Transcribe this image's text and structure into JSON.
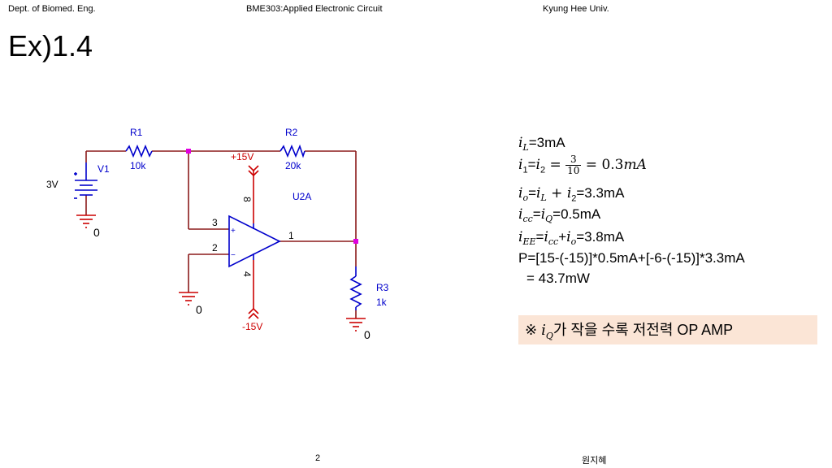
{
  "header": {
    "left": "Dept. of Biomed. Eng.",
    "center": "BME303:Applied Electronic Circuit",
    "right": "Kyung Hee Univ."
  },
  "title": "Ex)1.4",
  "circuit": {
    "r1_name": "R1",
    "r1_value": "10k",
    "r2_name": "R2",
    "r2_value": "20k",
    "r3_name": "R3",
    "r3_value": "1k",
    "v1_name": "V1",
    "v1_value": "3V",
    "opamp_name": "U2A",
    "vpos": "+15V",
    "vneg": "-15V",
    "pin3": "3",
    "pin2": "2",
    "pin1": "1",
    "pin8": "8",
    "pin4": "4",
    "plus": "+",
    "minus": "−",
    "ground_label": "0"
  },
  "equations": {
    "line1": {
      "var": "i",
      "sub": "L",
      "rest": "=3mA"
    },
    "line2": {
      "a": "i",
      "a_sub": "1",
      "eq": "=",
      "b": "i",
      "b_sub": "2",
      "eq2": " = ",
      "num": "3",
      "den": "10",
      "tail": " = 0.3",
      "unit": "mA"
    },
    "line3": {
      "a": "i",
      "a_sub": "o",
      "eq": "=",
      "b": "i",
      "b_sub": "L",
      "plus": " + ",
      "c": "i",
      "c_sub": "2",
      "rest": "=3.3mA"
    },
    "line4": {
      "a": "i",
      "a_sub": "cc",
      "eq": "=",
      "b": "i",
      "b_sub": "Q",
      "rest": "=0.5mA"
    },
    "line5": {
      "a": "i",
      "a_sub": "EE",
      "eq": "=",
      "b": "i",
      "b_sub": "cc",
      "plus": "+",
      "c": "i",
      "c_sub": "o",
      "rest": "=3.8mA"
    },
    "line6": "P=[15-(-15)]*0.5mA+[-6-(-15)]*3.3mA",
    "line7": "= 43.7mW"
  },
  "note": {
    "symbol": "※ ",
    "var": "i",
    "sub": "Q",
    "text": "가 작을 수록 저전력 OP AMP"
  },
  "footer": {
    "page": "2",
    "author": "원지혜"
  },
  "colors": {
    "wire": "#8b1a1a",
    "component": "#0000cc",
    "supply": "#cc0000",
    "junction": "#e000e0",
    "note_bg": "#fbe5d6"
  }
}
